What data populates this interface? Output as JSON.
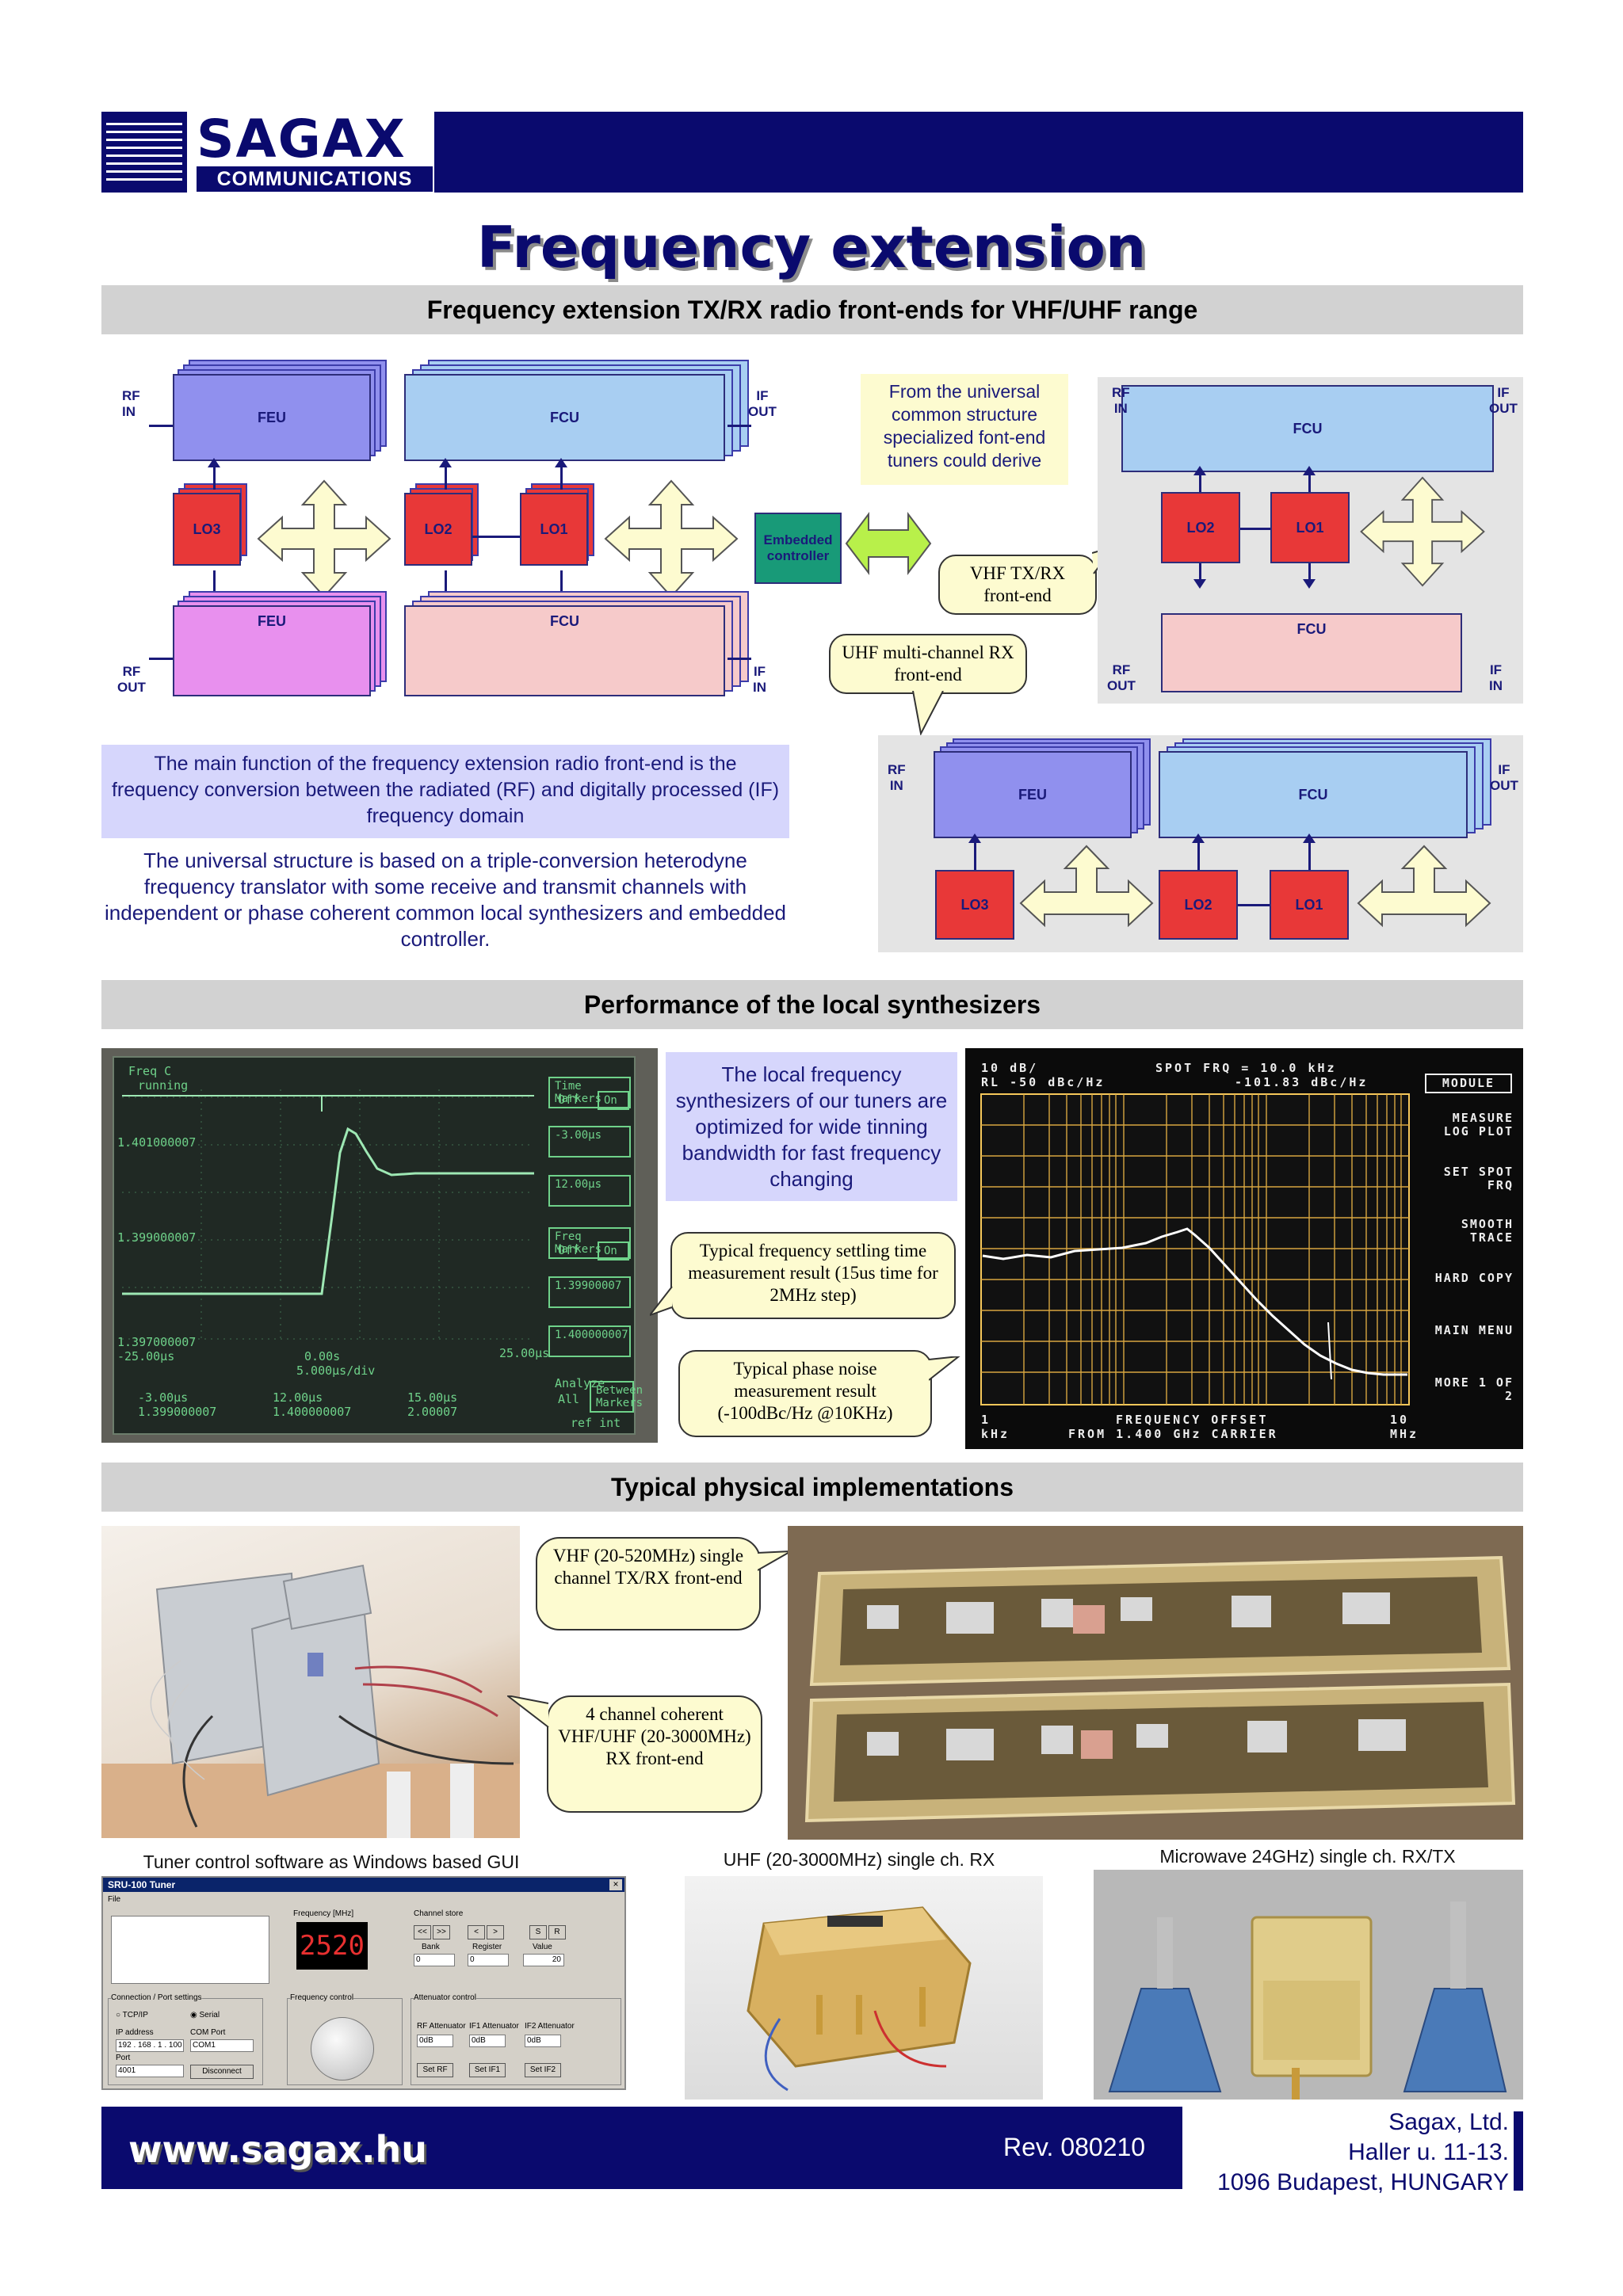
{
  "header": {
    "logo_name": "SAGAX",
    "logo_sub": "COMMUNICATIONS",
    "title": "Frequency extension"
  },
  "sections": {
    "s1": "Frequency extension TX/RX radio front-ends for VHF/UHF range",
    "s2": "Performance of the local synthesizers",
    "s3": "Typical physical implementations"
  },
  "diagram": {
    "feu": "FEU",
    "fcu": "FCU",
    "lo3": "LO3",
    "lo2": "LO2",
    "lo1": "LO1",
    "ctrl_line1": "Embedded",
    "ctrl_line2": "controller",
    "rf_in": [
      "RF",
      "IN"
    ],
    "if_out": [
      "IF",
      "OUT"
    ],
    "rf_out": [
      "RF",
      "OUT"
    ],
    "if_in": [
      "IF",
      "IN"
    ],
    "note_universal": "From the universal common structure specialized font-end tuners could derive",
    "callout_vhf": "VHF TX/RX front-end",
    "callout_uhf": "UHF multi-channel RX front-end"
  },
  "text": {
    "main_function": "The main function of the frequency extension radio front-end is the frequency conversion between the radiated (RF) and digitally processed (IF) frequency domain",
    "universal_structure": "The universal structure is based on a triple-conversion heterodyne frequency translator with some receive and transmit channels with independent or phase coherent common local synthesizers and embedded controller.",
    "synth_note": "The local frequency synthesizers of our tuners are optimized for wide tinning bandwidth for fast frequency changing",
    "callout_settling": "Typical frequency settling time measurement result (15us time for 2MHz step)",
    "callout_phase": "Typical phase noise measurement result (-100dBc/Hz @10KHz)"
  },
  "scope": {
    "title1": "Freq C",
    "title2": "running",
    "y_top": "1.401000007",
    "y_mid": "1.399000007",
    "y_bot": "1.397000007",
    "x_left": "-25.00µs",
    "x_mid": "0.00s",
    "x_div": "5.000µs/div",
    "x_right": "25.00µs",
    "m1": "-3.00µs",
    "m2": "12.00µs",
    "m3": "15.00µs",
    "f1": "1.399000007",
    "f2": "1.400000007",
    "f3": "2.00007",
    "time_markers": "Time Markers",
    "freq_markers": "Freq Markers",
    "off": "Off",
    "on": "On",
    "analyze": "Analyze",
    "all": "All",
    "between": "Between Markers",
    "ref_int": "ref int",
    "tm1": "-3.00µs",
    "tm2": "12.00µs",
    "fm1": "1.39900007",
    "fm2": "1.400000007"
  },
  "analyzer": {
    "top_left": "10 dB/",
    "top_left2": "RL -50 dBc/Hz",
    "top_mid": "SPOT FRQ = 10.0 kHz",
    "top_mid2": "-101.83 dBc/Hz",
    "module": "MODULE",
    "menu1": "MEASURE LOG PLOT",
    "menu2": "SET SPOT FRQ",
    "menu3": "SMOOTH TRACE",
    "menu4": "HARD COPY",
    "menu5": "MAIN MENU",
    "menu6": "MORE 1 OF 2",
    "bot_left1": "1",
    "bot_left2": "kHz",
    "bot_mid1": "FREQUENCY OFFSET",
    "bot_mid2": "FROM 1.400 GHz CARRIER",
    "bot_right1": "10",
    "bot_right2": "MHz"
  },
  "implementations": {
    "callout_vhf": "VHF (20-520MHz) single channel TX/RX front-end",
    "callout_4ch": "4 channel coherent VHF/UHF (20-3000MHz) RX front-end",
    "label_gui": "Tuner control software as Windows based GUI",
    "label_uhf": "UHF (20-3000MHz) single ch. RX",
    "label_mw": "Microwave 24GHz) single ch. RX/TX"
  },
  "gui": {
    "title": "SRU-100 Tuner",
    "file": "File",
    "freq_label": "Frequency [MHz]",
    "freq_value": "2520",
    "channel_store": "Channel store",
    "btn_prev2": "<<",
    "btn_next2": ">>",
    "btn_prev": "<",
    "btn_next": ">",
    "btn_s": "S",
    "btn_r": "R",
    "bank": "Bank",
    "register": "Register",
    "value": "Value",
    "bank_val": "0",
    "reg_val": "0",
    "value_val": "20",
    "conn": "Connection / Port settings",
    "tcpip": "TCP/IP",
    "serial": "Serial",
    "ip": "IP address",
    "ip_val": "192 . 168 . 1 . 100",
    "com": "COM Port",
    "com_val": "COM1",
    "port": "Port",
    "port_val": "4001",
    "disconnect": "Disconnect",
    "freq_control": "Frequency control",
    "att_control": "Attenuator control",
    "rf_att": "RF Attenuator",
    "if1_att": "IF1 Attenuator",
    "if2_att": "IF2 Attenuator",
    "att_val": "0dB",
    "set_rf": "Set RF",
    "set_if1": "Set IF1",
    "set_if2": "Set IF2"
  },
  "footer": {
    "url": "www.sagax.hu",
    "rev": "Rev. 080210",
    "company": "Sagax, Ltd.",
    "street": "Haller u. 11-13.",
    "city": "1096 Budapest, HUNGARY"
  },
  "colors": {
    "navy": "#0a0a6e",
    "section_bar": "#d2d2d2",
    "feu": "#9090ee",
    "fcu": "#a8cef2",
    "lo": "#e83838",
    "controller": "#189a78",
    "note": "#fdfbd0",
    "lavender": "#d6d6fc"
  }
}
